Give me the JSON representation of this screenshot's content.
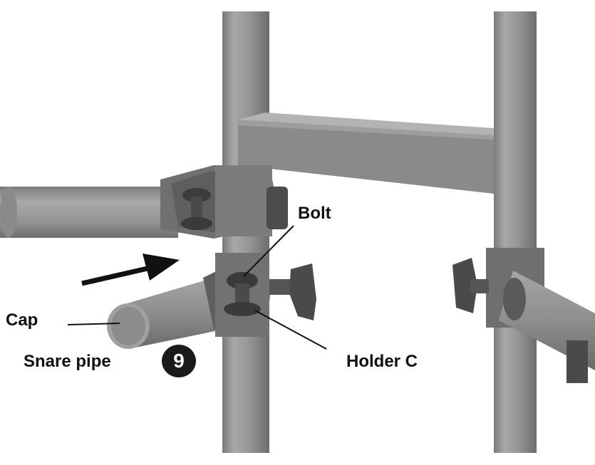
{
  "figure": {
    "step_number": "9",
    "labels": {
      "bolt": "Bolt",
      "cap": "Cap",
      "snare_pipe": "Snare pipe",
      "holder_c": "Holder C"
    }
  },
  "colors": {
    "pipe": "#8e8e8e",
    "pipe_light": "#ababab",
    "pipe_dark": "#6a6a6a",
    "clamp": "#5c5c5c",
    "clamp_dark": "#3a3a3a",
    "arrow": "#111111",
    "badge": "#1a1a1a"
  }
}
